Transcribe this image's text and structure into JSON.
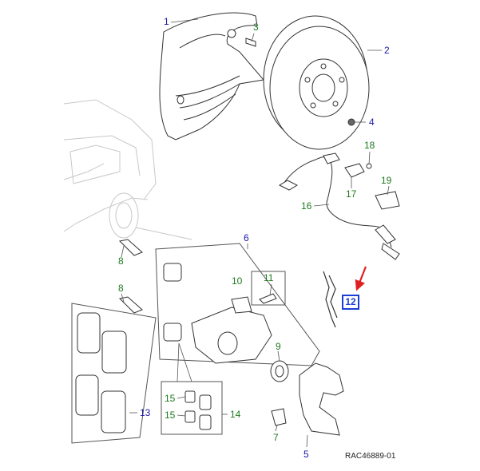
{
  "callouts": {
    "c1": "1",
    "c2": "2",
    "c3": "3",
    "c4": "4",
    "c5": "5",
    "c6": "6",
    "c7": "7",
    "c8a": "8",
    "c8b": "8",
    "c9": "9",
    "c10": "10",
    "c11": "11",
    "c12": "12",
    "c13": "13",
    "c14": "14",
    "c15a": "15",
    "c15b": "15",
    "c16": "16",
    "c17": "17",
    "c18": "18",
    "c19": "19"
  },
  "reference_code": "RAC46889-01",
  "colors": {
    "blue_callout": "#1a1aa8",
    "green_callout": "#1e7a1e",
    "highlight": "#1a3fd6",
    "arrow": "#e02020"
  }
}
